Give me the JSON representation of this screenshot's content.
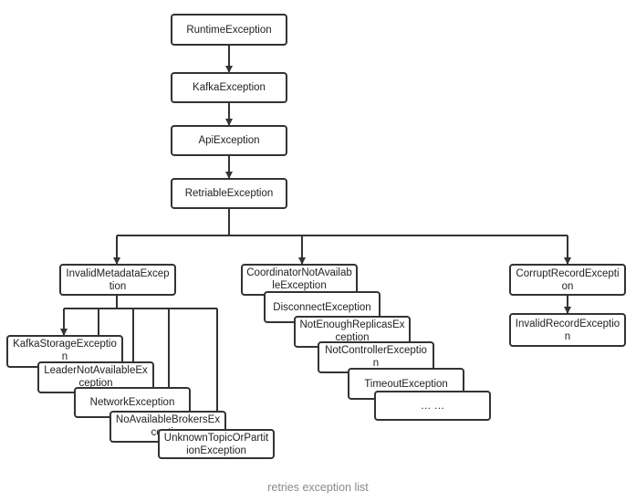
{
  "diagram": {
    "nodes": {
      "runtime": "RuntimeException",
      "kafka": "KafkaException",
      "api": "ApiException",
      "retriable": "RetriableException",
      "invalid_metadata": "InvalidMetadataException",
      "coordinator_not_available": "CoordinatorNotAvailableException",
      "corrupt_record": "CorruptRecordException",
      "invalid_record": "InvalidRecordException",
      "kafka_storage": "KafkaStorageException",
      "leader_not_available": "LeaderNotAvailableException",
      "network": "NetworkException",
      "no_available_brokers": "NoAvailableBrokersException",
      "unknown_topic_or_partition": "UnknownTopicOrPartitionException",
      "disconnect": "DisconnectException",
      "not_enough_replicas": "NotEnoughReplicasException",
      "not_controller": "NotControllerException",
      "timeout": "TimeoutException",
      "more": "… …"
    },
    "caption": "retries exception list"
  }
}
